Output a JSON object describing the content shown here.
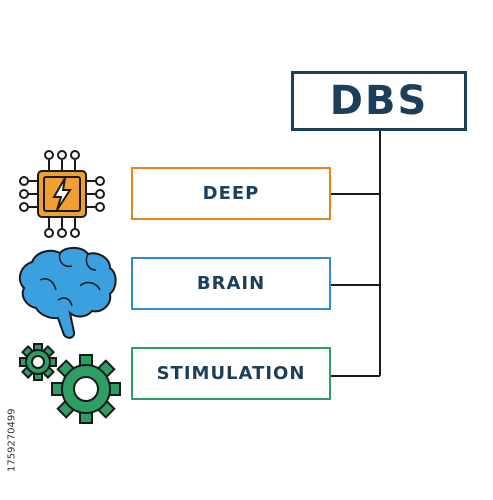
{
  "title": "DBS",
  "items": [
    {
      "label": "DEEP",
      "icon": "chip-lightning-icon",
      "color": "#e8821d"
    },
    {
      "label": "BRAIN",
      "icon": "brain-icon",
      "color": "#2a8fcf"
    },
    {
      "label": "STIMULATION",
      "icon": "gears-icon",
      "color": "#2f9e64"
    }
  ],
  "colors": {
    "title_border": "#1c3f5b",
    "text": "#1c3f5b",
    "connector": "#1a1a1a"
  },
  "watermark_id": "1759270499"
}
